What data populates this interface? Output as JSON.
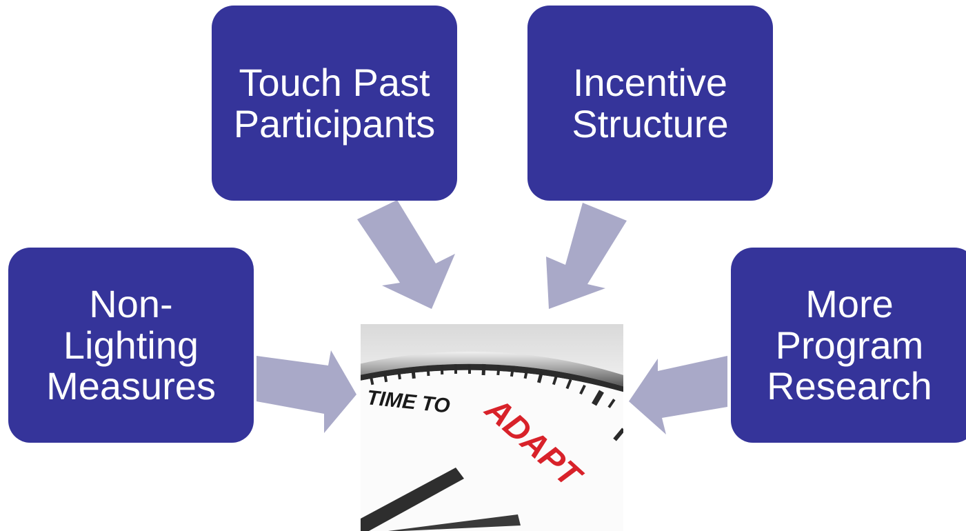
{
  "boxes": {
    "touch_past": {
      "lines": [
        "Touch Past",
        "Participants"
      ]
    },
    "incentive": {
      "lines": [
        "Incentive",
        "Structure"
      ]
    },
    "non_lighting": {
      "lines": [
        "Non-",
        "Lighting",
        "Measures"
      ]
    },
    "more_research": {
      "lines": [
        "More",
        "Program",
        "Research"
      ]
    }
  },
  "image": {
    "clock_text_1": "TIME TO",
    "clock_text_2": "ADAPT"
  },
  "colors": {
    "box_fill": "#35349a",
    "arrow_fill": "#a9a9c8",
    "adapt_red": "#d8222a"
  }
}
